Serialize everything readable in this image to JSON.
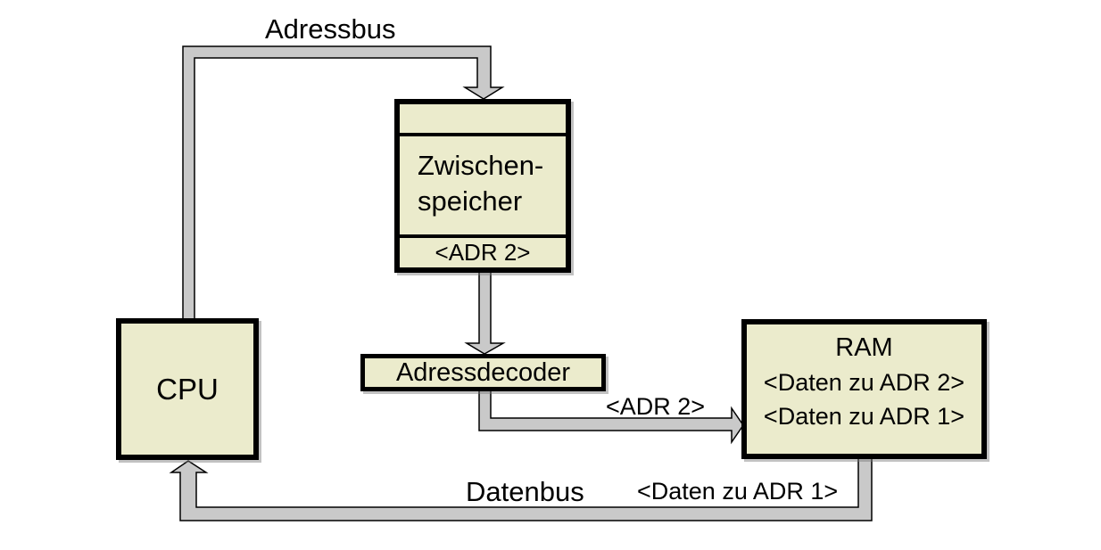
{
  "colors": {
    "background": "#ffffff",
    "box-fill": "#ebebcc",
    "bus-fill": "#c9c9c9",
    "outline": "#000000"
  },
  "buses": {
    "adressbus_label": "Adressbus",
    "datenbus_label": "Datenbus",
    "adr2_label": "<ADR 2>",
    "daten_zu_adr1_label": "<Daten zu ADR 1>"
  },
  "nodes": {
    "cpu": {
      "title": "CPU"
    },
    "zwischenspeicher": {
      "name_line1": "Zwischen-",
      "name_line2": "speicher",
      "address": "<ADR 2>"
    },
    "adressdecoder": {
      "title": "Adressdecoder"
    },
    "ram": {
      "title": "RAM",
      "entries": [
        "<Daten zu ADR 2>",
        "<Daten zu ADR 1>"
      ]
    }
  }
}
